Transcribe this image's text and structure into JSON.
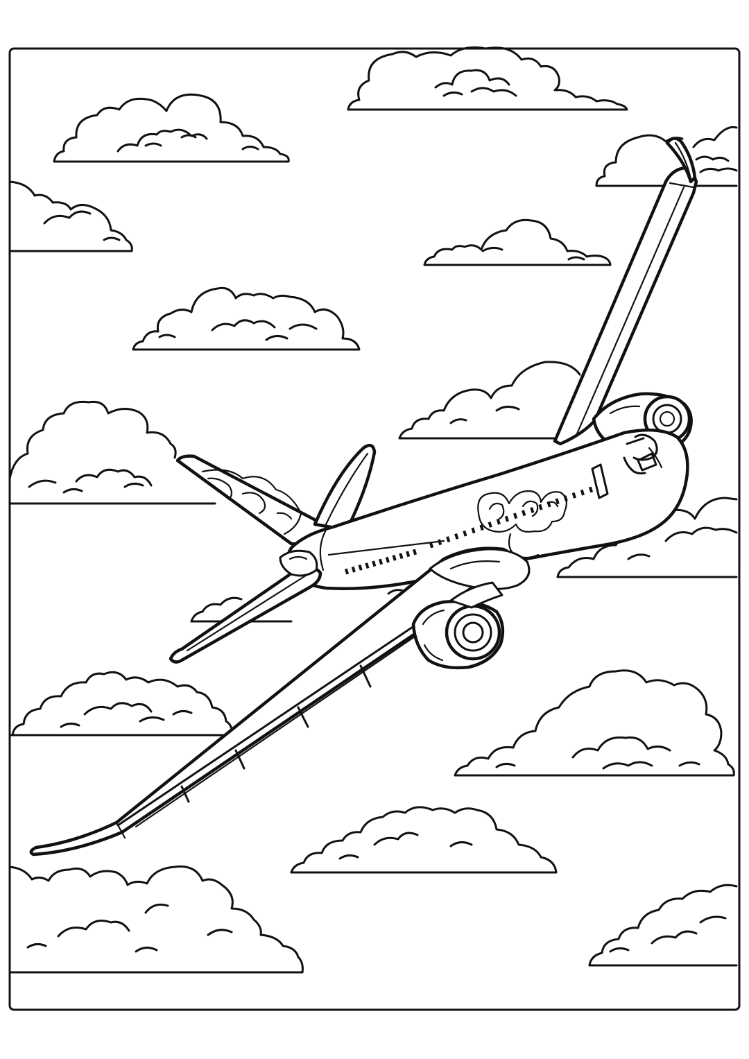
{
  "page": {
    "background_color": "#ffffff",
    "line_color": "#111111",
    "style": "black-and-white coloring page"
  },
  "scene": {
    "subject": "airliner",
    "cabin_windows": 31,
    "engines": 2
  }
}
